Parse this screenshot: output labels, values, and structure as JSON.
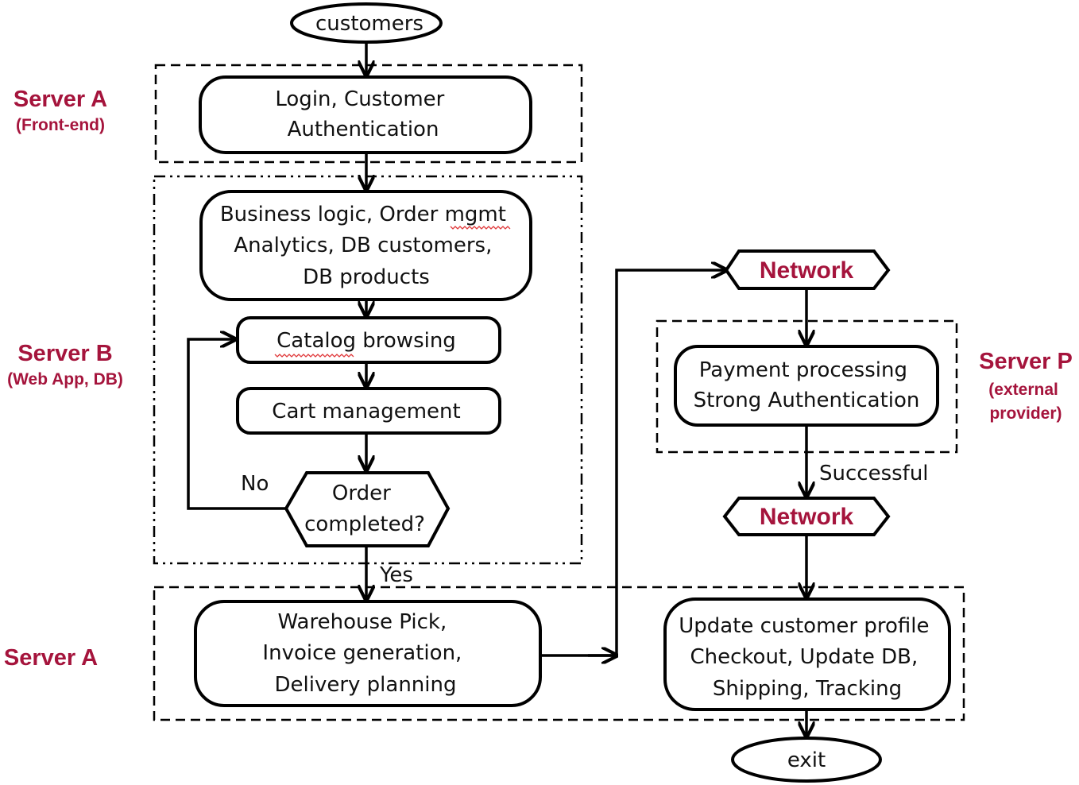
{
  "nodes": {
    "customers": "customers",
    "login": [
      "Login, Customer",
      "Authentication"
    ],
    "business": [
      "Business logic, Order mgmt",
      "Analytics, DB customers,",
      "DB products"
    ],
    "catalog": "Catalog browsing",
    "cart": "Cart management",
    "order": [
      "Order",
      "completed?"
    ],
    "warehouse": [
      "Warehouse Pick,",
      "Invoice generation,",
      "Delivery planning"
    ],
    "network_top": "Network",
    "payment": [
      "Payment processing",
      "Strong Authentication"
    ],
    "network_bottom": "Network",
    "update": [
      "Update customer profile",
      "Checkout, Update DB,",
      "Shipping, Tracking"
    ],
    "exit": "exit"
  },
  "edge_labels": {
    "no": "No",
    "yes": "Yes",
    "successful": "Successful"
  },
  "servers": {
    "a_front": {
      "name": "Server A",
      "role": "(Front-end)"
    },
    "b": {
      "name": "Server B",
      "role": "(Web App, DB)"
    },
    "p": {
      "name": "Server P",
      "role_lines": [
        "(external",
        "provider)"
      ]
    },
    "a_back": {
      "name": "Server A"
    }
  },
  "colors": {
    "server_label": "#a5143c",
    "network_label": "#a5143c",
    "stroke": "#000000"
  }
}
